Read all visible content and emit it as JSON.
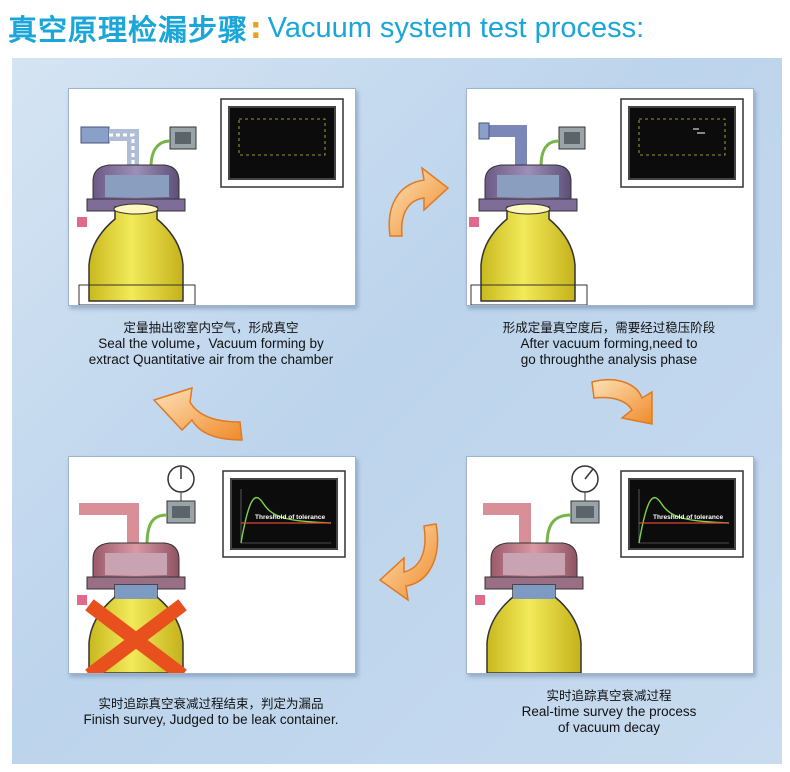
{
  "title": {
    "chinese": "真空原理检漏步骤",
    "english": "Vacuum system test process:"
  },
  "steps": [
    {
      "caption_zh": "定量抽出密室内空气，形成真空",
      "caption_en_1": "Seal the volume，Vacuum forming by",
      "caption_en_2": "extract Quantitative air from the chamber"
    },
    {
      "caption_zh": "形成定量真空度后，需要经过稳压阶段",
      "caption_en_1": "After  vacuum forming,need to",
      "caption_en_2": "go throughthe analysis phase"
    },
    {
      "caption_zh": "实时追踪真空衰减过程",
      "caption_en_1": "Real-time survey the process",
      "caption_en_2": "of vacuum decay",
      "scope_label": "Threshold of tolerance"
    },
    {
      "caption_zh": "实时追踪真空衰减过程结束，判定为漏品",
      "caption_en_1": "Finish survey, Judged to be leak container.",
      "caption_en_2": "",
      "scope_label": "Threshold of tolerance"
    }
  ],
  "colors": {
    "title": "#1aa6d8",
    "arrow": "#f29a3a",
    "bottle": "#e6dc3a",
    "scope_trace": "#7fd14a",
    "reject_cross": "#e8501e"
  },
  "icons": {
    "cycle_arrows": "curved-arrow-icon",
    "reject_mark": "cross-icon",
    "gauge": "pressure-gauge-icon"
  }
}
